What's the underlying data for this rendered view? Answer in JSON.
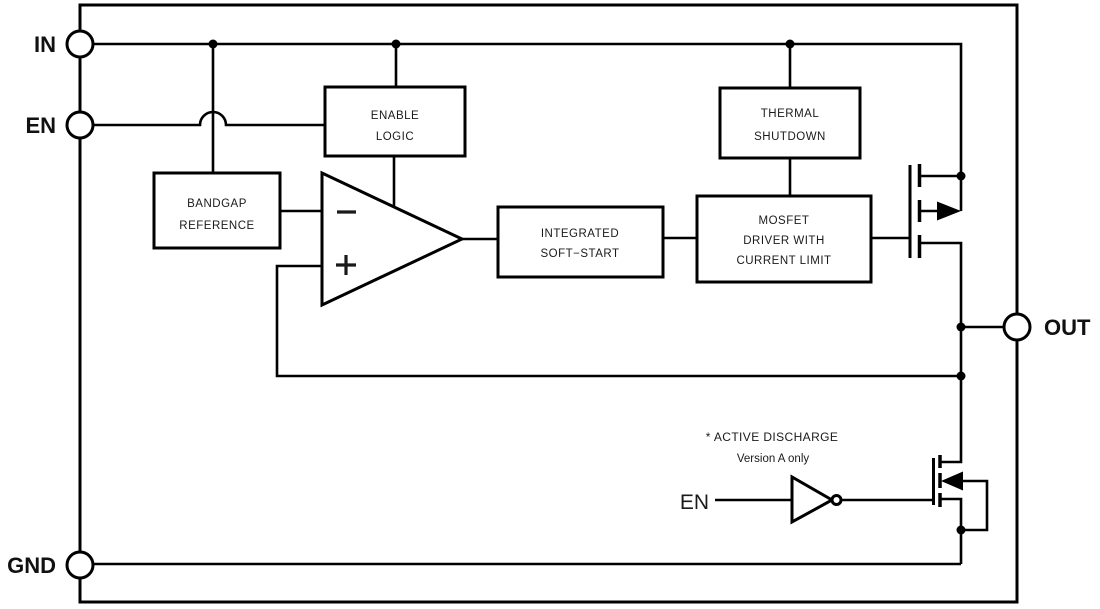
{
  "pins": {
    "in": {
      "label": "IN"
    },
    "en": {
      "label": "EN"
    },
    "gnd": {
      "label": "GND"
    },
    "out": {
      "label": "OUT"
    }
  },
  "blocks": {
    "bandgap_reference": {
      "lines": [
        "BANDGAP",
        "REFERENCE"
      ]
    },
    "enable_logic": {
      "lines": [
        "ENABLE",
        "LOGIC"
      ]
    },
    "thermal_shutdown": {
      "lines": [
        "THERMAL",
        "SHUTDOWN"
      ]
    },
    "integrated_soft_start": {
      "lines": [
        "INTEGRATED",
        "SOFT−START"
      ]
    },
    "mosfet_driver": {
      "lines": [
        "MOSFET",
        "DRIVER WITH",
        "CURRENT LIMIT"
      ]
    }
  },
  "error_amplifier": {
    "minus_symbol": "−",
    "plus_symbol": "+"
  },
  "active_discharge": {
    "note_line1": "* ACTIVE DISCHARGE",
    "note_line2": "Version A only",
    "en_label": "EN"
  },
  "colors": {
    "line": "#000000",
    "text": "#1a1a1a",
    "background": "#ffffff"
  }
}
